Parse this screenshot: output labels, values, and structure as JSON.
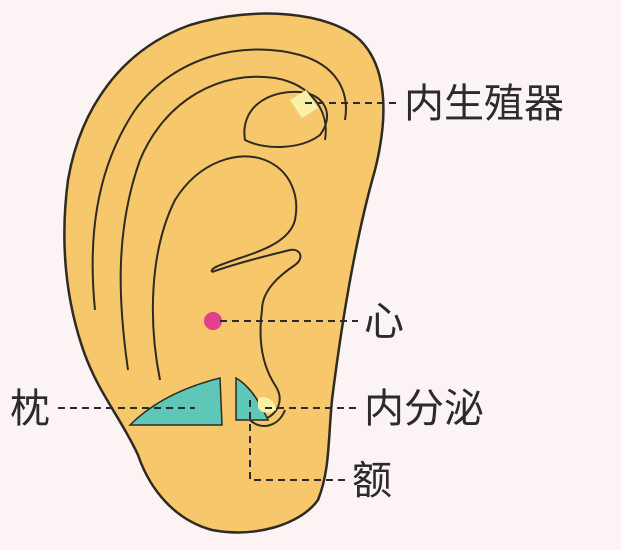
{
  "labels": {
    "reproductive": "内生殖器",
    "heart": "心",
    "occiput": "枕",
    "endocrine": "内分泌",
    "forehead": "额"
  },
  "colors": {
    "background": "#fbf3f4",
    "ear_fill": "#f6c76b",
    "ear_outline": "#2f2a22",
    "region_teal": "#5fc7b8",
    "region_pale_yellow": "#fbf0a8",
    "heart_point": "#e0408c",
    "leader_line": "#2b2b2b"
  }
}
